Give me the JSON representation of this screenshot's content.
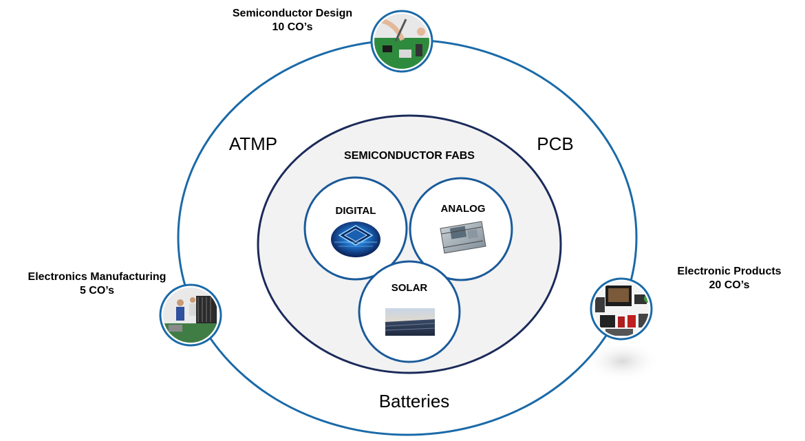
{
  "diagram": {
    "outer_ring_labels": {
      "left": "ATMP",
      "right": "PCB",
      "bottom": "Batteries"
    },
    "center": {
      "title": "SEMICONDUCTOR FABS",
      "segments": [
        {
          "key": "digital",
          "label": "DIGITAL",
          "icon": "chip-icon"
        },
        {
          "key": "analog",
          "label": "ANALOG",
          "icon": "circuit-board-icon"
        },
        {
          "key": "solar",
          "label": "SOLAR",
          "icon": "solar-panel-icon"
        }
      ]
    },
    "satellites": {
      "design": {
        "name": "Semiconductor Design",
        "count": "10 CO’s",
        "icon": "pcb-soldering-photo"
      },
      "manufacturing": {
        "name": "Electronics Manufacturing",
        "count": "5 CO’s",
        "icon": "factory-workers-photo"
      },
      "products": {
        "name": "Electronic Products",
        "count": "20 CO’s",
        "icon": "consumer-devices-photo"
      }
    },
    "colors": {
      "outer_ring": "#1a6aa8",
      "inner_ring": "#1b2a5a",
      "satellite_ring": "#1a6aa8",
      "segment_ring": "#1a5a9a",
      "center_fill": "#f2f2f2"
    }
  }
}
